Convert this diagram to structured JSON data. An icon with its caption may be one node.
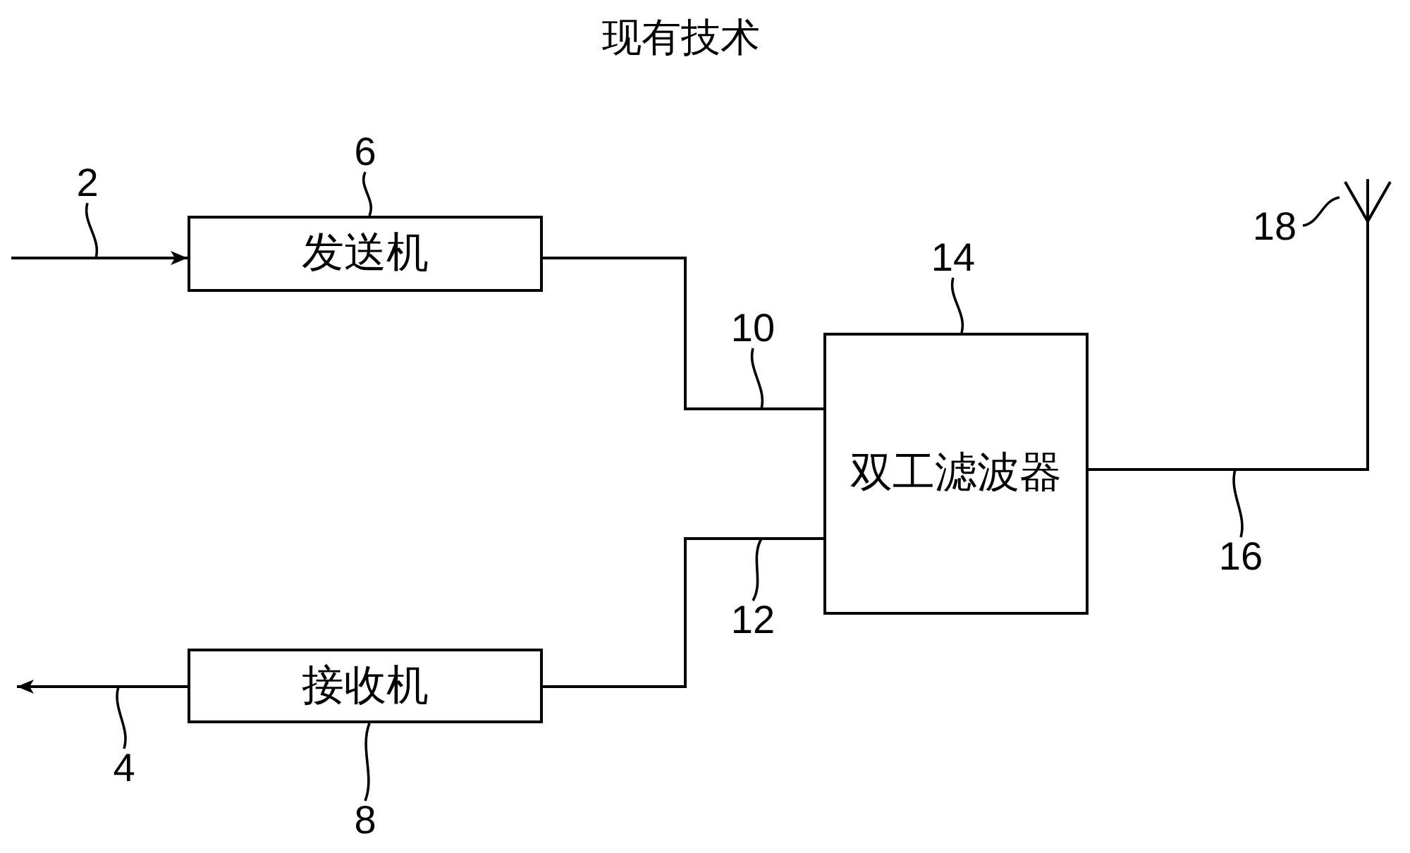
{
  "diagram": {
    "title": "现有技术",
    "nodes": [
      {
        "text": [
          "发送机"
        ]
      },
      {
        "text": [
          "接收机"
        ]
      },
      {
        "text": [
          "双工滤波器"
        ]
      },
      {
        "text": [],
        "shape": "antenna"
      },
      {
        "text": [
          "2"
        ]
      },
      {
        "text": [
          "4"
        ]
      },
      {
        "text": [
          "6"
        ]
      },
      {
        "text": [
          "8"
        ]
      },
      {
        "text": [
          "10"
        ]
      },
      {
        "text": [
          "12"
        ]
      },
      {
        "text": [
          "14"
        ]
      },
      {
        "text": [
          "16"
        ]
      },
      {
        "text": [
          "18"
        ]
      }
    ],
    "edges": [
      {
        "from": null,
        "to": 0,
        "arrow": "to"
      },
      {
        "from": 1,
        "to": null,
        "arrow": "to"
      },
      {
        "from": 0,
        "to": 2,
        "arrow": "none"
      },
      {
        "from": 2,
        "to": 1,
        "arrow": "none"
      },
      {
        "from": 2,
        "to": 3,
        "arrow": "none"
      },
      {
        "from": 4,
        "to": null,
        "arrow": "none"
      },
      {
        "from": 5,
        "to": null,
        "arrow": "none"
      },
      {
        "from": 6,
        "to": 0,
        "arrow": "none"
      },
      {
        "from": 7,
        "to": 1,
        "arrow": "none"
      },
      {
        "from": 8,
        "to": null,
        "arrow": "none"
      },
      {
        "from": 9,
        "to": null,
        "arrow": "none"
      },
      {
        "from": 10,
        "to": 2,
        "arrow": "none"
      },
      {
        "from": 11,
        "to": null,
        "arrow": "none"
      },
      {
        "from": 12,
        "to": 3,
        "arrow": "none"
      }
    ]
  }
}
